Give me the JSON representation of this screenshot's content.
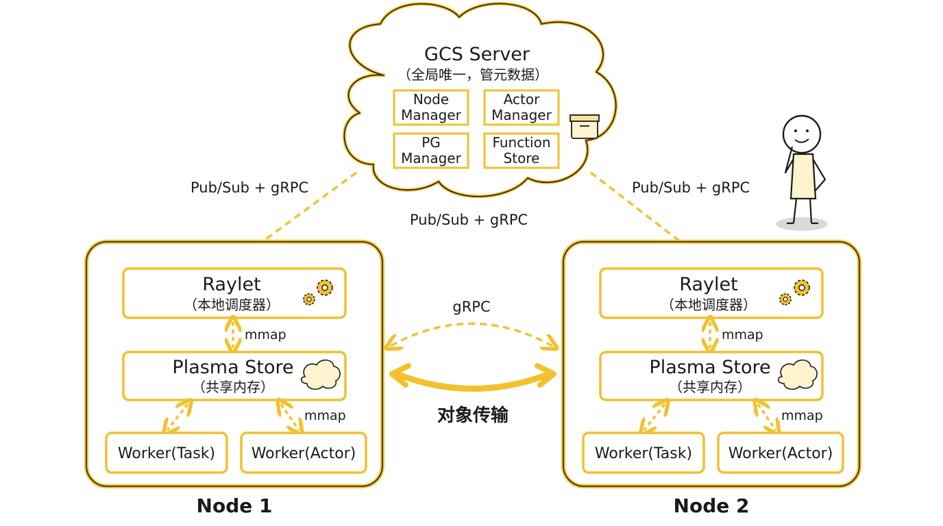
{
  "gcs": {
    "title": "GCS Server",
    "subtitle": "（全局唯一，管元数据）",
    "boxes": [
      {
        "line1": "Node",
        "line2": "Manager"
      },
      {
        "line1": "Actor",
        "line2": "Manager"
      },
      {
        "line1": "PG",
        "line2": "Manager"
      },
      {
        "line1": "Function",
        "line2": "Store"
      }
    ]
  },
  "links": {
    "left_pubsub": "Pub/Sub + gRPC",
    "right_pubsub": "Pub/Sub + gRPC",
    "center_pubsub": "Pub/Sub + gRPC",
    "grpc": "gRPC",
    "object_transfer": "对象传输"
  },
  "nodes": [
    {
      "name": "Node 1",
      "raylet_title": "Raylet",
      "raylet_sub": "（本地调度器）",
      "plasma_title": "Plasma Store",
      "plasma_sub": "（共享内存）",
      "mmap_top": "mmap",
      "mmap_right": "mmap",
      "worker_task": "Worker(Task)",
      "worker_actor": "Worker(Actor)"
    },
    {
      "name": "Node 2",
      "raylet_title": "Raylet",
      "raylet_sub": "（本地调度器）",
      "plasma_title": "Plasma Store",
      "plasma_sub": "（共享内存）",
      "mmap_top": "mmap",
      "mmap_right": "mmap",
      "worker_task": "Worker(Task)",
      "worker_actor": "Worker(Actor)"
    }
  ],
  "colors": {
    "accent": "#f2c12e",
    "fill": "#fdf3cf",
    "stroke": "#1a1a1a"
  }
}
